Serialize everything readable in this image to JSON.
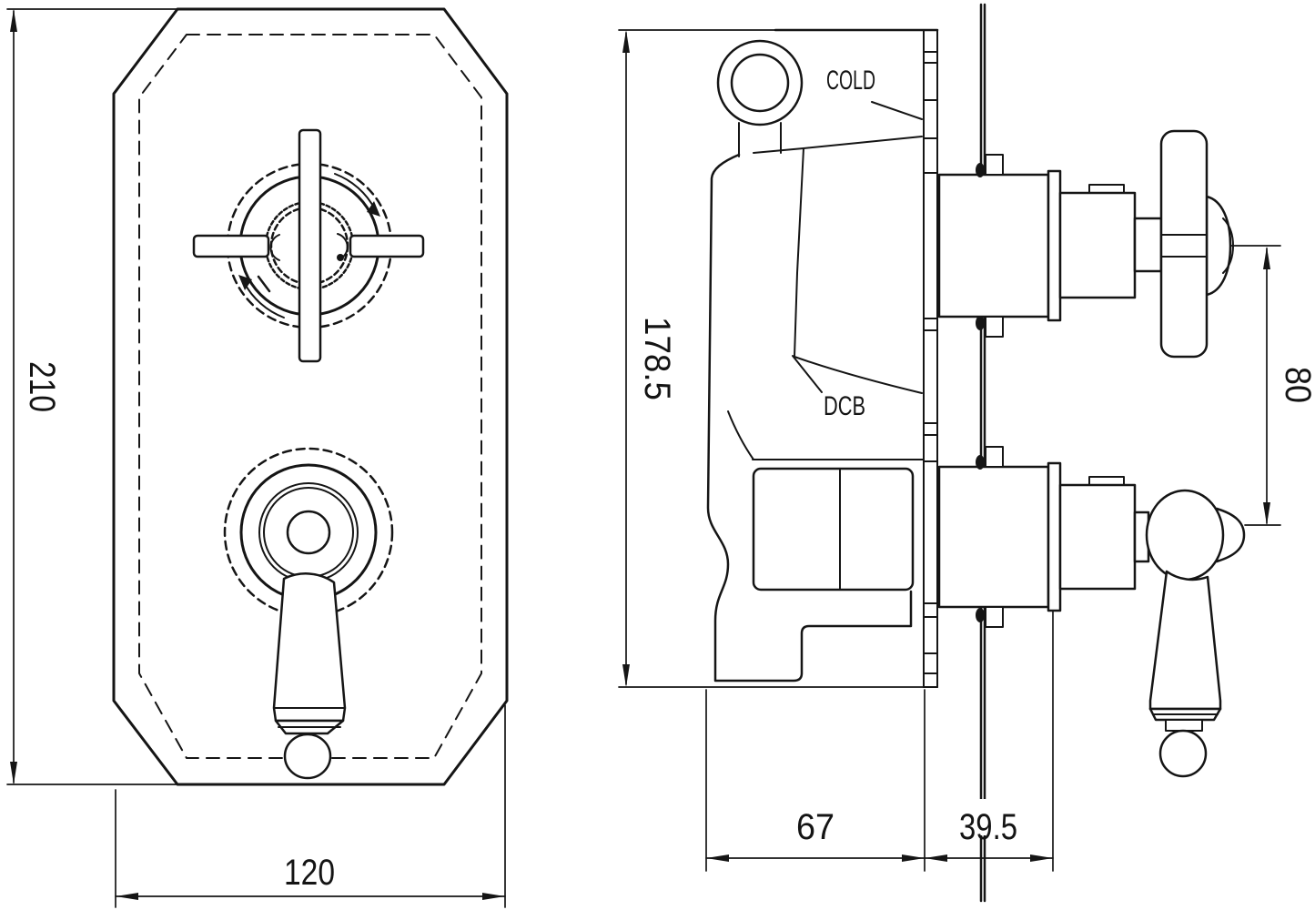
{
  "drawing": {
    "labels": {
      "cold_port": "COLD",
      "bottom_port": "DCB"
    },
    "dimensions": {
      "plate_height": "210",
      "plate_width": "120",
      "body_height": "178.5",
      "handle_spacing": "80",
      "body_depth": "67",
      "trim_depth": "39.5"
    }
  },
  "colors": {
    "line": "#151515",
    "background": "#ffffff"
  }
}
